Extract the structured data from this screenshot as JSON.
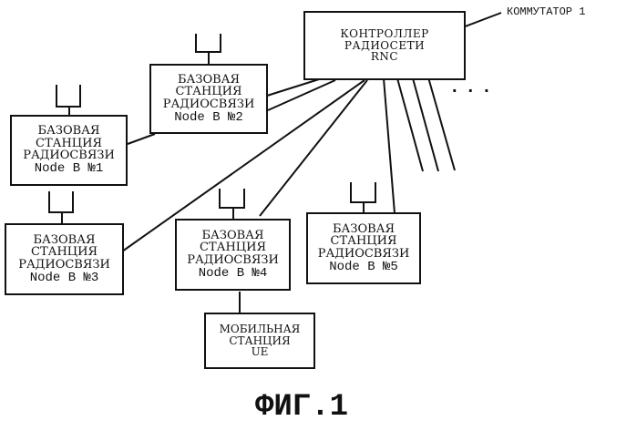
{
  "diagram": {
    "rnc": {
      "lines": [
        "КОНТРОЛЛЕР",
        "РАДИОСЕТИ",
        "RNC"
      ]
    },
    "switch_label": "КОММУТАТОР 1",
    "ellipsis": "...",
    "node_b": [
      {
        "id": 1,
        "lines": [
          "БАЗОВАЯ",
          "СТАНЦИЯ",
          "РАДИОСВЯЗИ",
          "Node B №1"
        ]
      },
      {
        "id": 2,
        "lines": [
          "БАЗОВАЯ",
          "СТАНЦИЯ",
          "РАДИОСВЯЗИ",
          "Node B №2"
        ]
      },
      {
        "id": 3,
        "lines": [
          "БАЗОВАЯ",
          "СТАНЦИЯ",
          "РАДИОСВЯЗИ",
          "Node B №3"
        ]
      },
      {
        "id": 4,
        "lines": [
          "БАЗОВАЯ",
          "СТАНЦИЯ",
          "РАДИОСВЯЗИ",
          "Node B №4"
        ]
      },
      {
        "id": 5,
        "lines": [
          "БАЗОВАЯ",
          "СТАНЦИЯ",
          "РАДИОСВЯЗИ",
          "Node B №5"
        ]
      }
    ],
    "ue": {
      "lines": [
        "МОБИЛЬНАЯ",
        "СТАНЦИЯ",
        "UE"
      ]
    },
    "figure_caption": "ФИГ.1"
  }
}
